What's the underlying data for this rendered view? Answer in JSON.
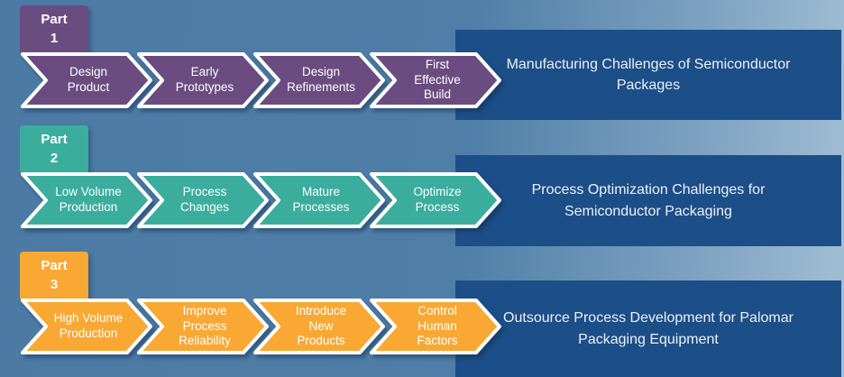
{
  "colors": {
    "background_left": "#4B7BA5",
    "background_right": "#A2BFD4",
    "part1_purple": "#6A4C81",
    "part2_teal": "#3BAD9D",
    "part3_orange": "#F9A834",
    "summary_box_blue": "#1C4E87",
    "text_white": "#FFFFFF"
  },
  "rows": [
    {
      "part_label": "Part\n1",
      "chevrons": [
        "Design\nProduct",
        "Early\nPrototypes",
        "Design\nRefinements",
        "First\nEffective\nBuild"
      ],
      "summary": "Manufacturing Challenges of Semiconductor\nPackages"
    },
    {
      "part_label": "Part\n2",
      "chevrons": [
        "Low Volume\nProduction",
        "Process\nChanges",
        "Mature\nProcesses",
        "Optimize\nProcess"
      ],
      "summary": "Process Optimization Challenges for\nSemiconductor Packaging"
    },
    {
      "part_label": "Part\n3",
      "chevrons": [
        "High Volume\nProduction",
        "Improve\nProcess\nReliability",
        "Introduce\nNew\nProducts",
        "Control\nHuman\nFactors"
      ],
      "summary": "Outsource Process Development for Palomar\nPackaging Equipment"
    }
  ]
}
